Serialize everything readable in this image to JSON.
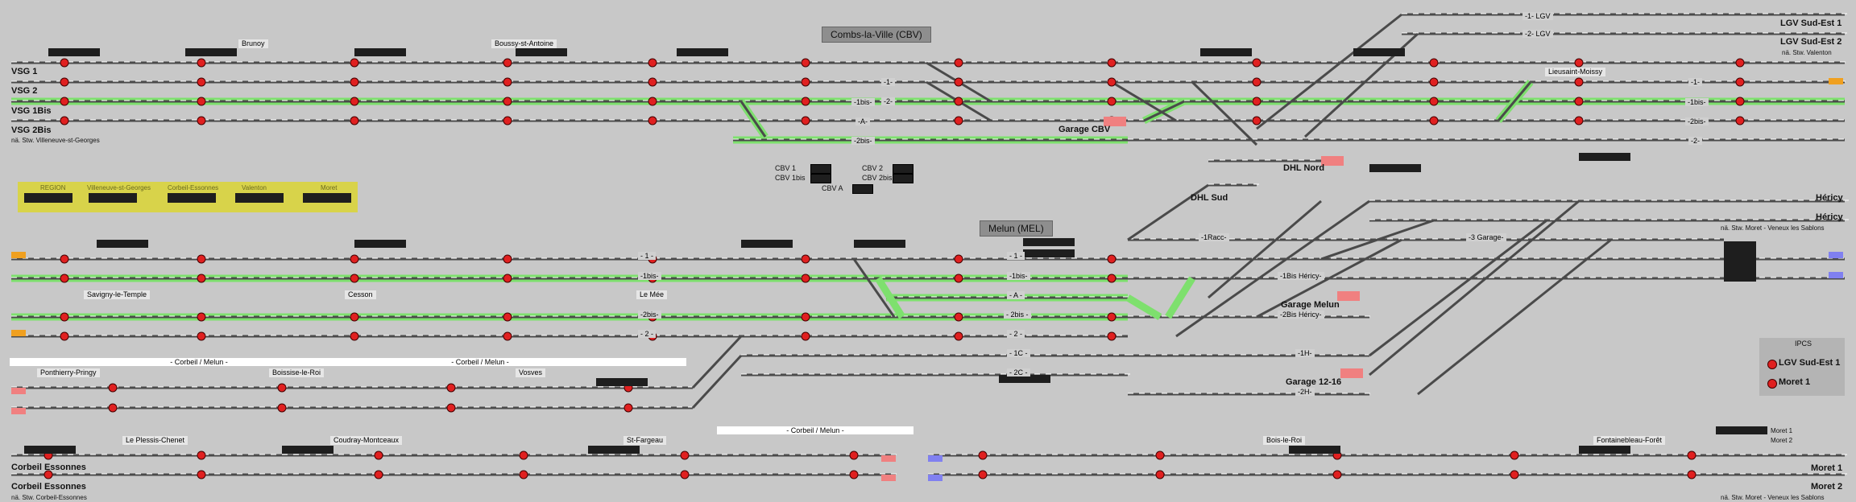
{
  "title_boxes": {
    "cbv": "Combs-la-Ville (CBV)",
    "mel": "Melun (MEL)"
  },
  "stations_top": {
    "brunoy": "Brunoy",
    "boussy": "Boussy-st-Antoine",
    "lieusaint": "Lieusaint-Moissy"
  },
  "tracks_left_top": {
    "vsg1": "VSG 1",
    "vsg2": "VSG 2",
    "vsg1bis": "VSG 1Bis",
    "vsg2bis": "VSG 2Bis",
    "vsg_note": "nä. Stw. Villeneuve-st-Georges"
  },
  "track_labels_cbv": {
    "t1": "-1-",
    "t2": "-2-",
    "t1bis": "-1bis-",
    "t2bis": "-2bis-",
    "ta": "-A-",
    "t1lgv": "-1- LGV",
    "t2lgv": "-2- LGV",
    "t1r": "-1-",
    "t2r": "-2-",
    "t1bisr": "-1bis-",
    "t2bisr": "-2bis-",
    "t2rr": "-2-"
  },
  "garages_top": {
    "cbv": "Garage CBV",
    "dhl_nord": "DHL Nord",
    "dhl_sud": "DHL Sud"
  },
  "lgv_right": {
    "l1": "LGV Sud-Est 1",
    "l2": "LGV Sud-Est 2",
    "note": "nä. Stw. Valenton"
  },
  "cbv_panel": {
    "r1a": "CBV 1",
    "r1b": "CBV 2",
    "r2a": "CBV 1bis",
    "r2b": "CBV 2bis",
    "r3": "CBV A"
  },
  "legend": {
    "items": [
      "REGION",
      "Villeneuve-st-Georges",
      "Corbeil-Essonnes",
      "Valenton",
      "Moret"
    ],
    "color": "#d8d34a"
  },
  "stations_mid": {
    "savigny": "Savigny-le-Temple",
    "cesson": "Cesson",
    "lemee": "Le Mée"
  },
  "track_labels_mel": {
    "t1": "- 1 -",
    "t1bis": "-1bis-",
    "t2bis": "-2bis-",
    "t2": "- 2 -",
    "m1": "- 1 -",
    "m1bis": "-1bis-",
    "ma": "- A -",
    "m2bis": "- 2bis -",
    "m2": "- 2 -",
    "m1c": "- 1C -",
    "m2c": "- 2C -",
    "r1racc": "-1Racc-",
    "r3garage": "-3 Garage-",
    "r1bishericy": "-1Bis Héricy-",
    "r2bishericy": "-2Bis Héricy-",
    "r1h": "-1H-",
    "r2h": "-2H-"
  },
  "garages_mid": {
    "melun": "Garage Melun",
    "g1216": "Garage 12-16"
  },
  "hericy": {
    "h1": "Héricy",
    "h2": "Héricy",
    "note": "nä. Stw. Moret - Veneux les Sablons"
  },
  "corbeil_section": {
    "hdr1": "- Corbeil / Melun -",
    "hdr2": "- Corbeil / Melun -",
    "hdr3": "- Corbeil / Melun -",
    "ponthierry": "Ponthierry-Pringy",
    "boissise": "Boissise-le-Roi",
    "vosves": "Vosves",
    "plessis": "Le Plessis-Chenet",
    "coudray": "Coudray-Montceaux",
    "stfargeau": "St-Fargeau",
    "ce1": "Corbeil Essonnes",
    "ce2": "Corbeil Essonnes",
    "ce_note": "nä. Stw. Corbeil-Essonnes"
  },
  "moret_section": {
    "bois": "Bois-le-Roi",
    "fontainebleau": "Fontainebleau-Forêt",
    "moret1": "Moret 1",
    "moret2": "Moret 2",
    "moret_small1": "Moret 1",
    "moret_small2": "Moret 2",
    "note": "nä. Stw. Moret - Veneux les Sablons"
  },
  "ipcs": {
    "title": "IPCS",
    "lgv": "LGV Sud-Est 1",
    "moret": "Moret 1"
  },
  "colors": {
    "background": "#c8c8c8",
    "track": "#4a4a4a",
    "route_green": "#7ee06e",
    "signal_red": "#e02020",
    "block_dark": "#1e1e1e",
    "endcap_orange": "#f0a020",
    "endcap_pink": "#f08080",
    "endcap_blue": "#8080f0"
  }
}
